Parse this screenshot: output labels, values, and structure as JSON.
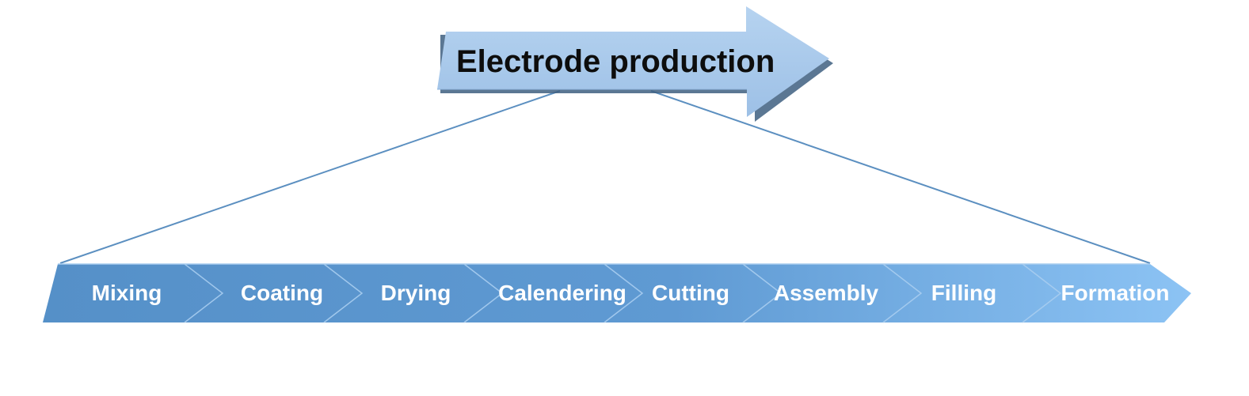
{
  "title": "Electrode production",
  "steps": [
    {
      "label": "Mixing"
    },
    {
      "label": "Coating"
    },
    {
      "label": "Drying"
    },
    {
      "label": "Calendering"
    },
    {
      "label": "Cutting"
    },
    {
      "label": "Assembly"
    },
    {
      "label": "Filling"
    },
    {
      "label": "Formation"
    }
  ],
  "colors": {
    "title_arrow_fill": "#a8c8ea",
    "title_arrow_shadow": "#3e5f80",
    "band_start": "#5590c8",
    "band_end": "#8cc3f4",
    "connector_line": "#5b8fc0",
    "chevron_line": "#a9cdef"
  }
}
